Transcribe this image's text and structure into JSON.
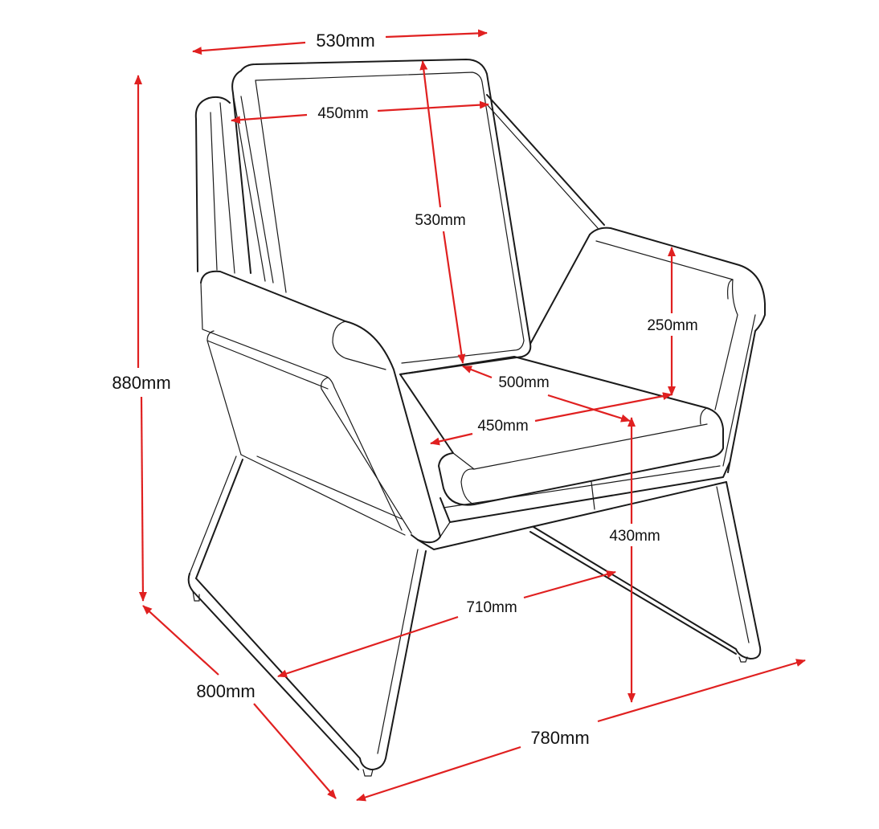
{
  "dimensions": {
    "top_width": "530mm",
    "back_inner_width": "450mm",
    "back_height": "530mm",
    "armrest_height": "250mm",
    "total_height": "880mm",
    "seat_depth": "500mm",
    "seat_width": "450mm",
    "seat_height": "430mm",
    "leg_span": "710mm",
    "total_depth": "800mm",
    "total_width": "780mm"
  },
  "colors": {
    "dimension_arrow": "#e02020",
    "outline": "#1a1a1a"
  }
}
